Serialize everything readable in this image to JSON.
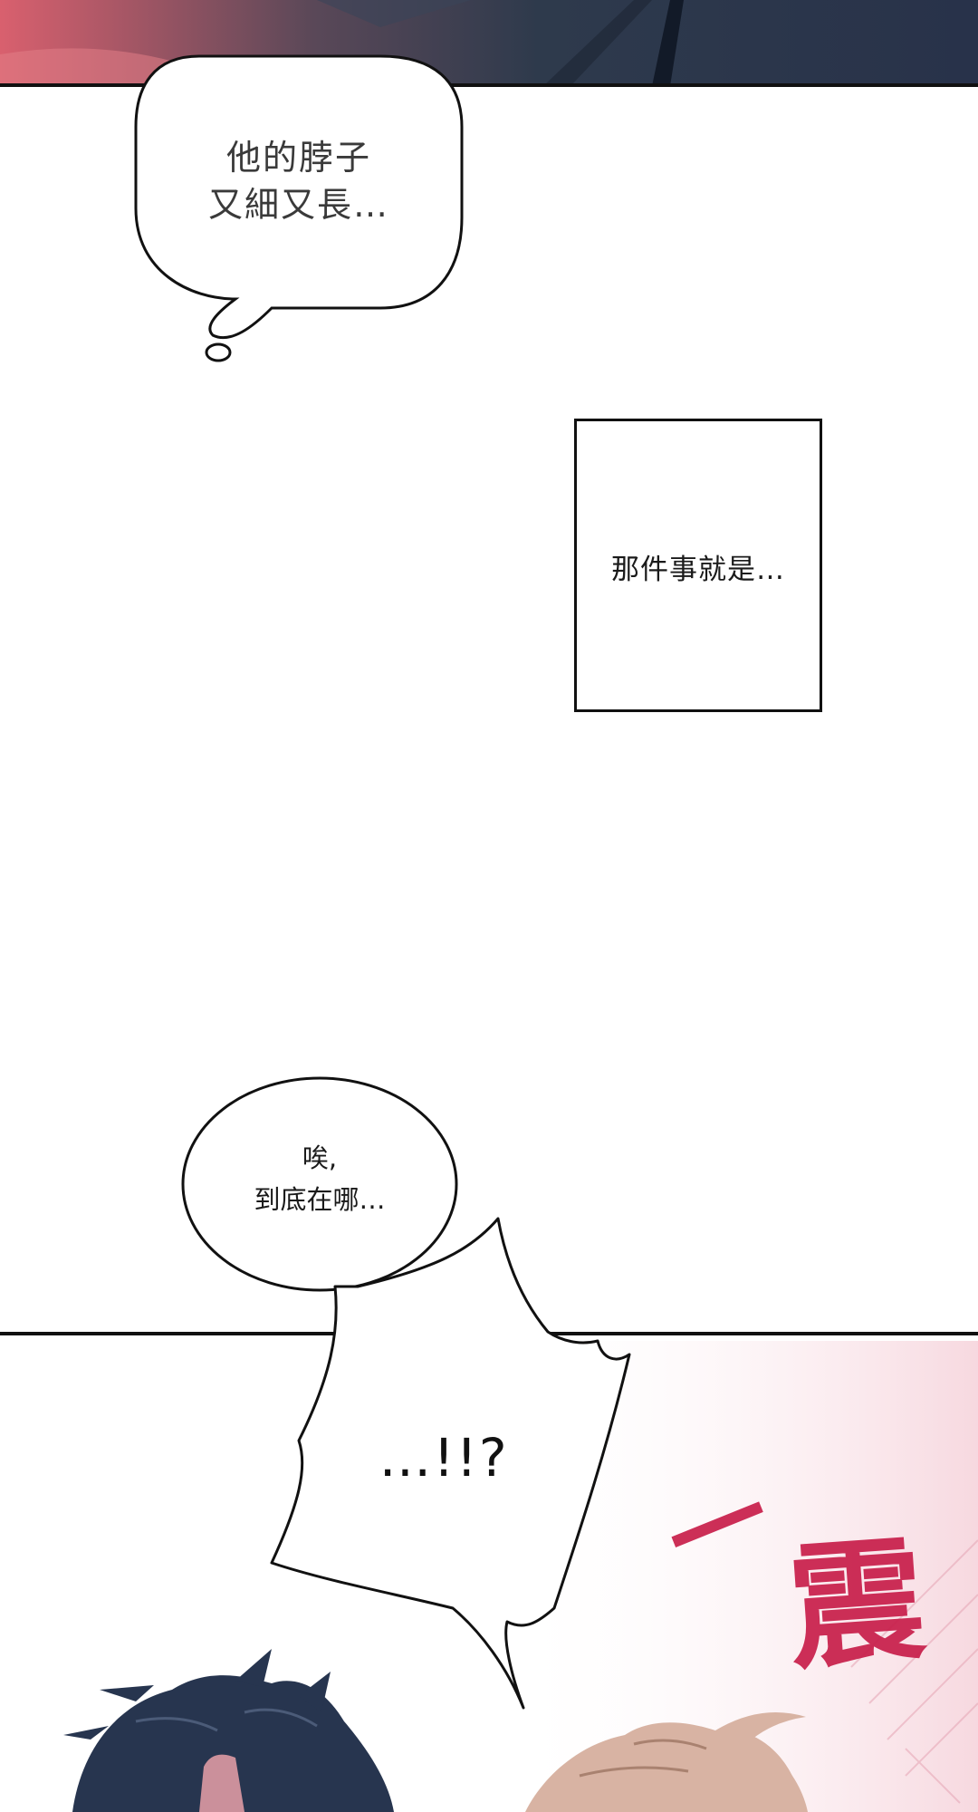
{
  "panels": {
    "thought_bubble": {
      "lines": [
        "他的脖子",
        "又細又長…"
      ]
    },
    "narration_box": {
      "text": "那件事就是…"
    },
    "speech_bubble": {
      "lines": [
        "唉,",
        "到底在哪…"
      ]
    },
    "shout_bubble": {
      "text": "…!!?"
    },
    "sound_effect": {
      "dash": "一",
      "glyph": "震"
    }
  },
  "colors": {
    "top_panel_dark": "#2e3a4c",
    "top_panel_pink": "#d9606e",
    "hair_dark": "#27354f",
    "hair_light": "#d8b3a3",
    "sfx_red": "#c81e4a",
    "line": "#111111"
  }
}
